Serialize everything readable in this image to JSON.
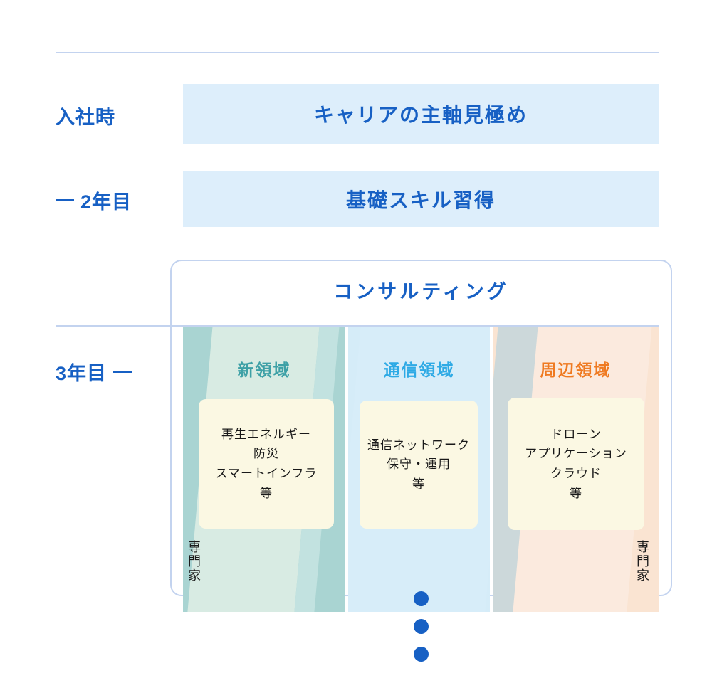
{
  "timeline": {
    "rows": [
      {
        "label": "入社時",
        "leading_dash": false,
        "trailing_dash": false,
        "banner": "キャリアの主軸見極め"
      },
      {
        "label": "2年目",
        "leading_dash": true,
        "trailing_dash": false,
        "banner": "基礎スキル習得"
      },
      {
        "label": "3年目",
        "leading_dash": false,
        "trailing_dash": true,
        "banner": ""
      }
    ]
  },
  "consulting": {
    "title": "コンサルティング",
    "columns": [
      {
        "title": "新領域",
        "title_color": "#3da0a6",
        "base_color": "#a9d4d2",
        "band_color": "#d8ebe3",
        "card_lines": [
          "再生エネルギー",
          "防災",
          "スマートインフラ",
          "等"
        ],
        "expert_label": "専門家",
        "expert_side": "left"
      },
      {
        "title": "通信領域",
        "title_color": "#2eaae5",
        "base_color": "#d5ecf8",
        "band_color": "#d7edf9",
        "card_lines": [
          "通信ネットワーク",
          "保守・運用",
          "等"
        ],
        "expert_label": "",
        "expert_side": "none"
      },
      {
        "title": "周辺領域",
        "title_color": "#ef7a21",
        "base_color": "#fae4d2",
        "band_color": "#ccd8da",
        "card_lines": [
          "ドローン",
          "アプリケーション",
          "クラウド",
          "等"
        ],
        "expert_label": "専門家",
        "expert_side": "right"
      }
    ]
  },
  "footer": {
    "dot_count": 3,
    "dot_color": "#1760c4"
  },
  "theme": {
    "accent_blue": "#1760c4",
    "banner_bg": "#ddeefb",
    "rule_color": "#c3d3ef",
    "card_bg": "#fbf8e3"
  }
}
